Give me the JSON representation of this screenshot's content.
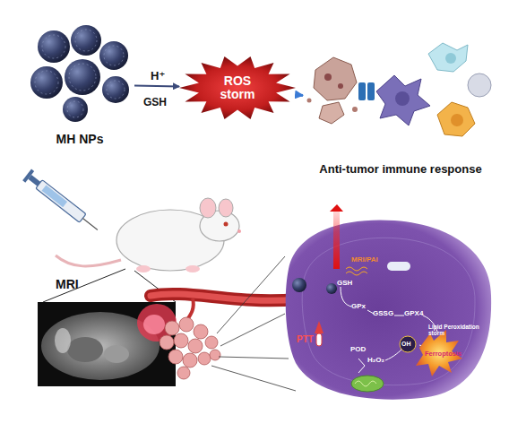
{
  "diagram": {
    "nodes": [
      {
        "text": [
          "MH NPs"
        ]
      },
      {
        "text": [
          "ROS storm"
        ]
      },
      {
        "text": [
          "Anti-tumor immune response"
        ]
      },
      {
        "text": [
          "MRI"
        ]
      }
    ],
    "edges": [
      {
        "from": 0,
        "to": 1,
        "arrow": "to"
      },
      {
        "from": 1,
        "to": 2,
        "arrow": "to"
      }
    ],
    "labels": [
      "H⁺",
      "GSH",
      "MRI/PAI",
      "GSH",
      "GPx",
      "GSSG",
      "GPX4",
      "PTT",
      "POD",
      "H₂O₂",
      "OH",
      "Lipid Peroxidation storm",
      "Ferroptosis"
    ]
  }
}
